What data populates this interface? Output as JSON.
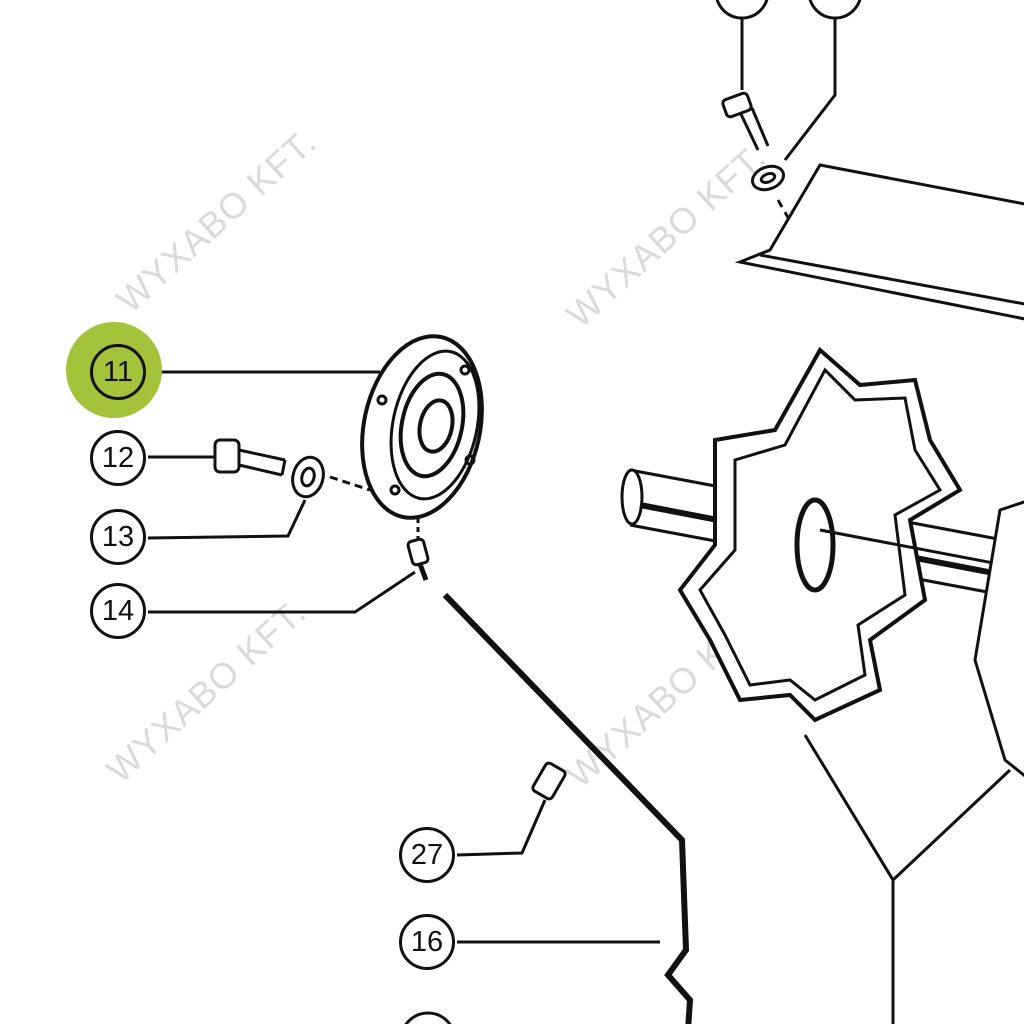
{
  "diagram": {
    "highlight_color": "#a4c23a",
    "watermark": "WYXABO KFT.",
    "callouts": [
      {
        "label": "11",
        "selected": true
      },
      {
        "label": "12",
        "selected": false
      },
      {
        "label": "13",
        "selected": false
      },
      {
        "label": "14",
        "selected": false
      },
      {
        "label": "27",
        "selected": false
      },
      {
        "label": "16",
        "selected": false
      }
    ]
  }
}
